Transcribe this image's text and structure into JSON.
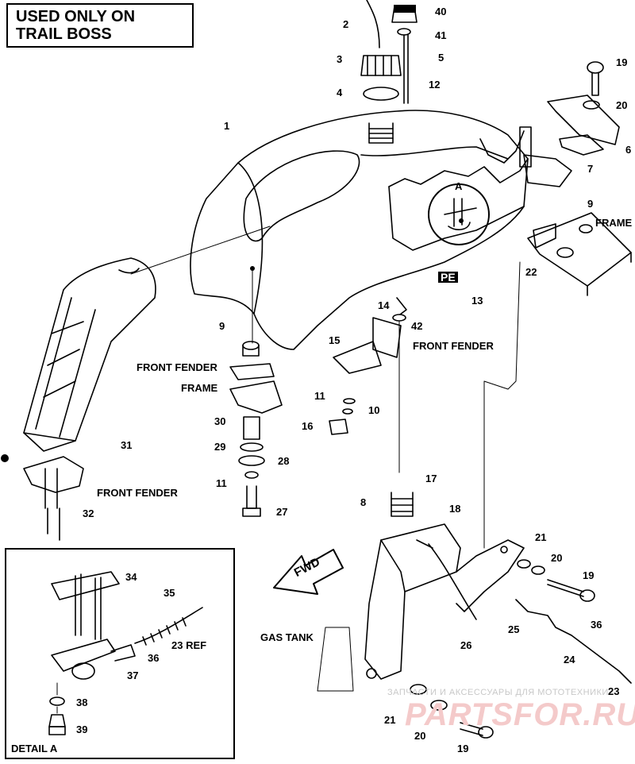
{
  "title_box": {
    "line1": "USED ONLY ON",
    "line2": "TRAIL BOSS"
  },
  "labels": {
    "front_fender": "FRONT FENDER",
    "frame": "FRAME",
    "gas_tank": "GAS TANK",
    "detail_a": "DETAIL A",
    "fwd": "FWD",
    "detail_callout": "A",
    "decal": "PE"
  },
  "part_numbers": {
    "p1": "1",
    "p2": "2",
    "p3": "3",
    "p4": "4",
    "p5": "5",
    "p6": "6",
    "p7": "7",
    "p8": "8",
    "p9": "9",
    "p10": "10",
    "p11": "11",
    "p12": "12",
    "p13": "13",
    "p14": "14",
    "p15": "15",
    "p16": "16",
    "p17": "17",
    "p18": "18",
    "p19": "19",
    "p20": "20",
    "p21": "21",
    "p22": "22",
    "p23": "23",
    "p23ref": "23 REF",
    "p24": "24",
    "p25": "25",
    "p26": "26",
    "p27": "27",
    "p28": "28",
    "p29": "29",
    "p30": "30",
    "p31": "31",
    "p32": "32",
    "p34": "34",
    "p35": "35",
    "p36": "36",
    "p37": "37",
    "p38": "38",
    "p39": "39",
    "p40": "40",
    "p41": "41",
    "p42": "42"
  },
  "watermark": {
    "line1": "ЗАПЧАСТИ И АКСЕССУАРЫ ДЛЯ МОТОТЕХНИКИ",
    "line2": "PARTSFOR.RU"
  }
}
